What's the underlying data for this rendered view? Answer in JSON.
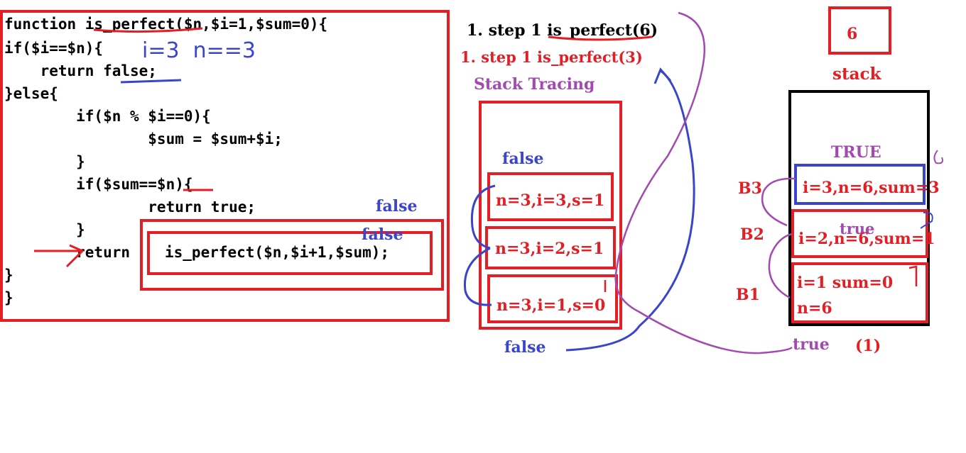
{
  "code": {
    "lines": [
      "function is_perfect($n,$i=1,$sum=0){",
      "if($i==$n){",
      "    return false;",
      "}else{",
      "        if($n % $i==0){",
      "                $sum = $sum+$i;",
      "        }",
      "        if($sum==$n){",
      "                return true;",
      "        }",
      "        return",
      "}",
      "}"
    ],
    "recursive_call": "is_perfect($n,$i+1,$sum);",
    "handwritten_note": "i=3  n==3",
    "label_false_1": "false",
    "label_false_2": "false"
  },
  "middle": {
    "step_black": "1. step 1 is_perfect(6)",
    "step_red": "1. step 1 is_perfect(3)",
    "stack_tracing": "Stack Tracing",
    "label_false_top": "false",
    "frames": [
      "n=3,i=3,s=1",
      "n=3,i=2,s=1",
      "n=3,i=1,s=0"
    ],
    "label_false_bottom": "false"
  },
  "right": {
    "top_value": "6",
    "stack_label": "stack",
    "true_upper": "TRUE",
    "frames": [
      {
        "tag": "B3",
        "text": "i=3,n=6,sum=3"
      },
      {
        "tag": "B2",
        "text": "i=2,n=6,sum=1"
      },
      {
        "tag": "B1",
        "text": "i=1 sum=0\nn=6"
      }
    ],
    "true_inner": "true",
    "true_bottom": "true",
    "paren_label": "(1)"
  },
  "colors": {
    "red": "#e31e24",
    "blue": "#3a45c9",
    "purple": "#a24ab0",
    "black": "#000000"
  }
}
